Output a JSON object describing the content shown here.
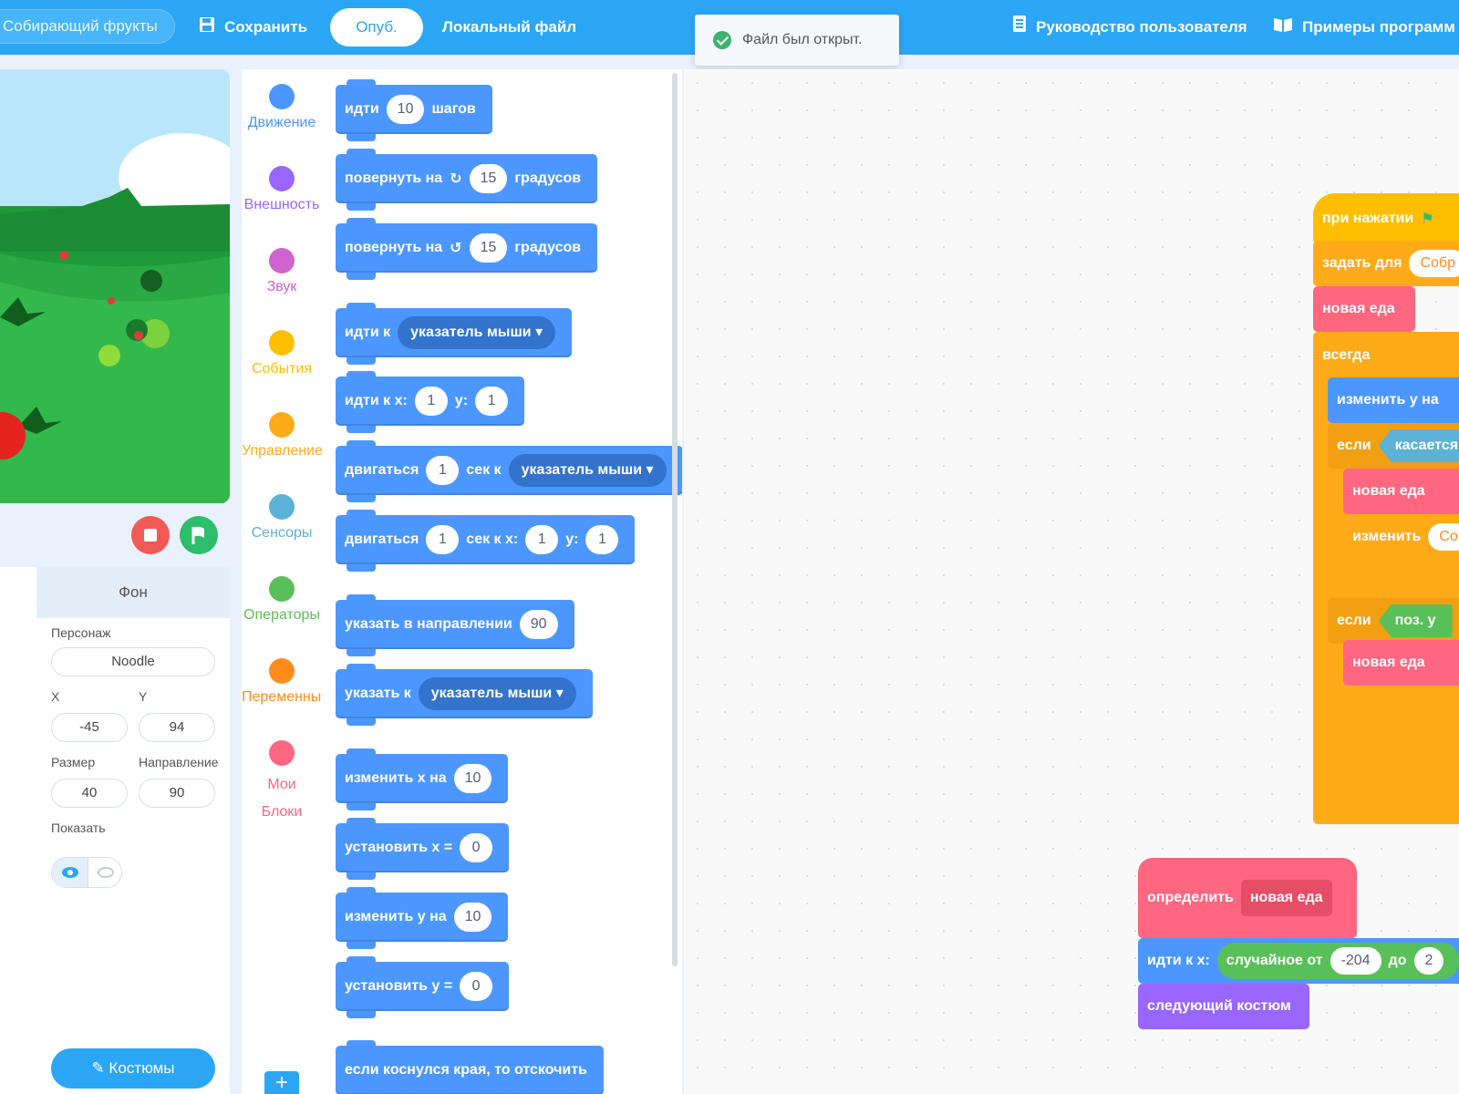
{
  "topbar": {
    "project_name": "Собирающий фрукты",
    "save_label": "Сохранить",
    "publish_label": "Опуб.",
    "local_file_label": "Локальный файл",
    "guide_label": "Руководство пользователя",
    "examples_label": "Примеры программ",
    "toast_text": "Файл был открыт."
  },
  "sprite_panel": {
    "tab_backdrop": "Фон",
    "sprite_label": "Персонаж",
    "sprite_name": "Noodle",
    "x_label": "X",
    "y_label": "Y",
    "x_value": "-45",
    "y_value": "94",
    "size_label": "Размер",
    "direction_label": "Направление",
    "size_value": "40",
    "direction_value": "90",
    "show_label": "Показать",
    "costumes_label": "Костюмы"
  },
  "categories": [
    {
      "label": "Движение",
      "color": "#4c97ff"
    },
    {
      "label": "Внешность",
      "color": "#9966ff"
    },
    {
      "label": "Звук",
      "color": "#cf63cf"
    },
    {
      "label": "События",
      "color": "#ffbf00"
    },
    {
      "label": "Управление",
      "color": "#ffab19"
    },
    {
      "label": "Сенсоры",
      "color": "#5cb1d6"
    },
    {
      "label": "Операторы",
      "color": "#59c059"
    },
    {
      "label": "Переменные",
      "color": "#ff8c1a"
    },
    {
      "label": "Мои",
      "label2": "Блоки",
      "color": "#ff6680"
    }
  ],
  "palette": {
    "move_steps": {
      "a": "идти",
      "v": "10",
      "b": "шагов"
    },
    "turn_right": {
      "a": "повернуть на",
      "v": "15",
      "b": "градусов"
    },
    "turn_left": {
      "a": "повернуть на",
      "v": "15",
      "b": "градусов"
    },
    "goto": {
      "a": "идти к",
      "d": "указатель мыши ▾"
    },
    "goto_xy": {
      "a": "идти к x:",
      "x": "1",
      "b": "y:",
      "y": "1"
    },
    "glide_to": {
      "a": "двигаться",
      "v": "1",
      "b": "сек к",
      "d": "указатель мыши ▾"
    },
    "glide_xy": {
      "a": "двигаться",
      "v": "1",
      "b": "сек к x:",
      "x": "1",
      "c": "y:",
      "y": "1"
    },
    "point_dir": {
      "a": "указать в направлении",
      "v": "90"
    },
    "point_towards": {
      "a": "указать к",
      "d": "указатель мыши ▾"
    },
    "change_x": {
      "a": "изменить х на",
      "v": "10"
    },
    "set_x": {
      "a": "установить х =",
      "v": "0"
    },
    "change_y": {
      "a": "изменить у на",
      "v": "10"
    },
    "set_y": {
      "a": "установить у =",
      "v": "0"
    },
    "bounce": {
      "a": "если коснулся края, то отскочить"
    }
  },
  "script": {
    "when_flag": "при нажатии",
    "set_for": "задать для",
    "set_for_value": "Собр",
    "new_food_1": "новая еда",
    "forever": "всегда",
    "change_y": "изменить у на",
    "if_1": "если",
    "touching": "касается",
    "new_food_2": "новая еда",
    "change_2": "изменить",
    "change_2_value": "Со",
    "if_2": "если",
    "pos_y": "поз. у",
    "new_food_3": "новая еда"
  },
  "definition": {
    "define": "определить",
    "name": "новая еда",
    "goto_xy": "идти к x:",
    "random_from": "случайное от",
    "random_min": "-204",
    "to": "до",
    "random_max": "2",
    "next_costume": "следующий костюм"
  }
}
